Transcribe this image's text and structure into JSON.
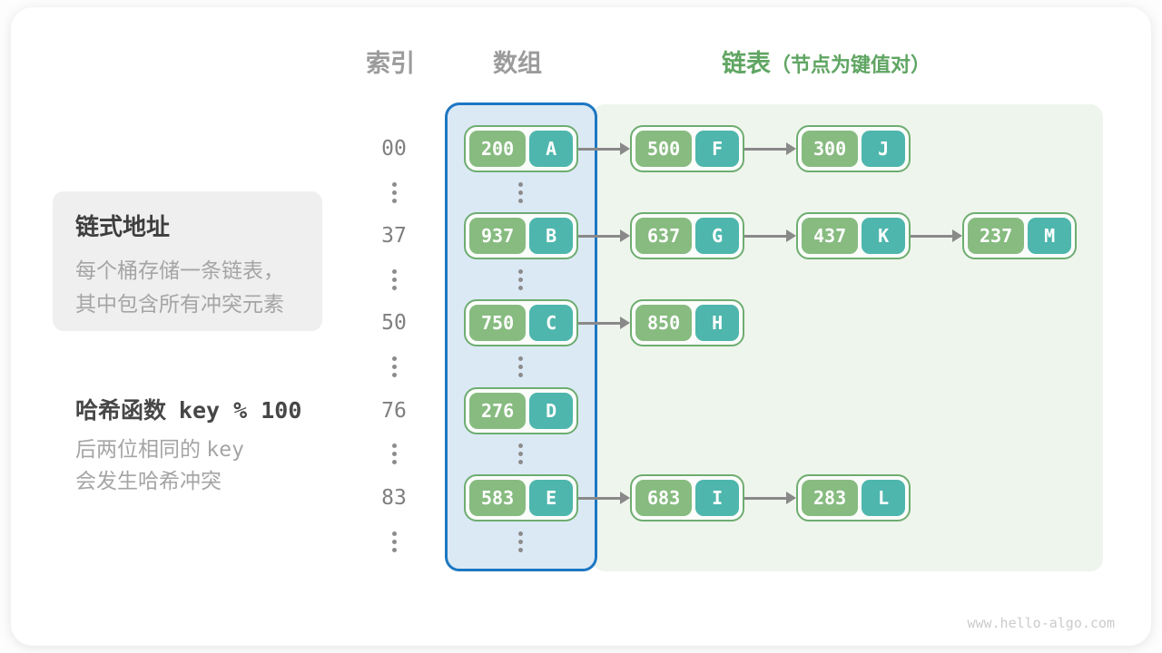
{
  "headers": {
    "index": "索引",
    "array": "数组",
    "list": "链表",
    "list_note": "（节点为键值对）"
  },
  "info_box": {
    "title": "链式地址",
    "line1": "每个桶存储一条链表，",
    "line2": "其中包含所有冲突元素"
  },
  "hash_note": {
    "title": "哈希函数",
    "formula": "key % 100",
    "line1_text": "后两位相同的",
    "line1_code": "key",
    "line2": "会发生哈希冲突"
  },
  "rows": [
    {
      "index": "00",
      "bucket": {
        "key": "200",
        "value": "A"
      },
      "chain": [
        {
          "key": "500",
          "value": "F"
        },
        {
          "key": "300",
          "value": "J"
        }
      ]
    },
    {
      "index": "37",
      "bucket": {
        "key": "937",
        "value": "B"
      },
      "chain": [
        {
          "key": "637",
          "value": "G"
        },
        {
          "key": "437",
          "value": "K"
        },
        {
          "key": "237",
          "value": "M"
        }
      ]
    },
    {
      "index": "50",
      "bucket": {
        "key": "750",
        "value": "C"
      },
      "chain": [
        {
          "key": "850",
          "value": "H"
        }
      ]
    },
    {
      "index": "76",
      "bucket": {
        "key": "276",
        "value": "D"
      },
      "chain": []
    },
    {
      "index": "83",
      "bucket": {
        "key": "583",
        "value": "E"
      },
      "chain": [
        {
          "key": "683",
          "value": "I"
        },
        {
          "key": "283",
          "value": "L"
        }
      ]
    }
  ],
  "colors": {
    "accent_green": "#5fa562",
    "accent_blue": "#1d77c2",
    "key_fill": "#87bb80",
    "value_fill": "#4eb6ad",
    "node_border": "#6ead71",
    "array_fill": "#dbe9f5",
    "list_fill": "#eef5ec"
  },
  "watermark": "www.hello-algo.com"
}
